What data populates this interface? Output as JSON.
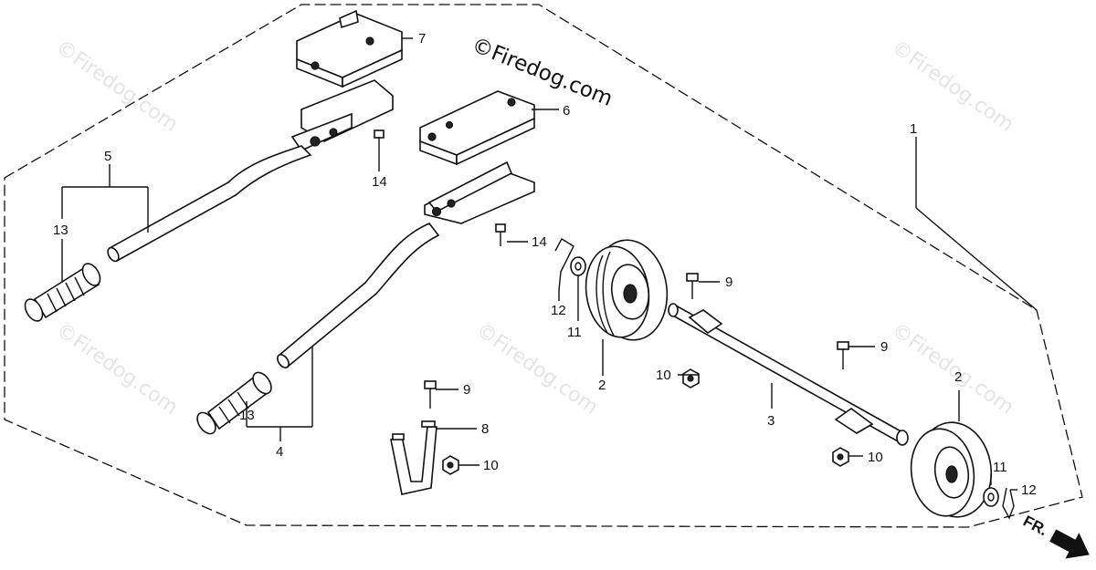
{
  "watermarks": {
    "main": "©Firedog.com",
    "faint": "©Firedog.com"
  },
  "callouts": {
    "c1": "1",
    "c2a": "2",
    "c2b": "2",
    "c3": "3",
    "c4": "4",
    "c5": "5",
    "c6": "6",
    "c7": "7",
    "c8": "8",
    "c9a": "9",
    "c9b": "9",
    "c9c": "9",
    "c10a": "10",
    "c10b": "10",
    "c10c": "10",
    "c11a": "11",
    "c11b": "11",
    "c12a": "12",
    "c12b": "12",
    "c13a": "13",
    "c13b": "13",
    "c14a": "14",
    "c14b": "14"
  },
  "direction_label": "FR."
}
